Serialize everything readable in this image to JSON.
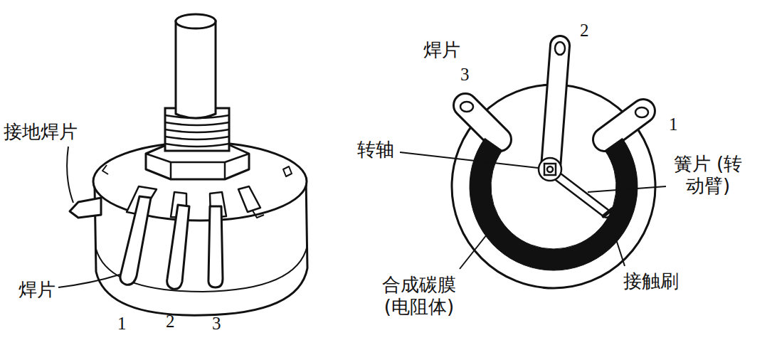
{
  "diagram": {
    "labels": [
      "接地焊片",
      "焊片",
      "1",
      "2",
      "3",
      "焊片",
      "3",
      "2",
      "1",
      "转轴",
      "簧片 (转动臂)",
      "合成碳膜 (电阻体)",
      "接触刷"
    ]
  }
}
